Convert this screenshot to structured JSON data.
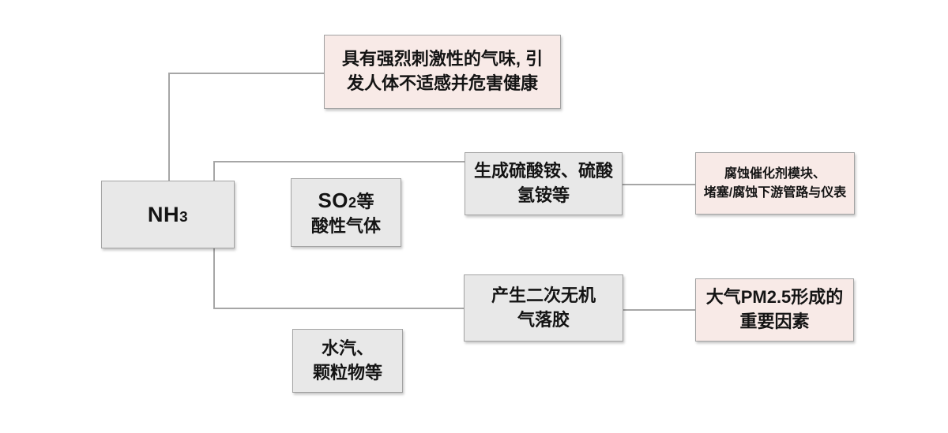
{
  "colors": {
    "page_bg": "#ffffff",
    "gray_fill": "#e8e8e8",
    "pink_fill": "#f8eae7",
    "node_border": "#a3a3a3",
    "connector": "#a6a6a6",
    "text": "#141414"
  },
  "nodes": {
    "nh3": {
      "prefix": "NH",
      "sub": "3"
    },
    "odor": {
      "line1": "具有强烈刺激性的气味, 引",
      "line2": "发人体不适感并危害健康"
    },
    "so2": {
      "prefix": "SO",
      "sub": "2",
      "suffix": "等",
      "line2": "酸性气体"
    },
    "sulfate": {
      "line1": "生成硫酸铵、硫酸",
      "line2": "氢铵等"
    },
    "corrosion": {
      "line1": "腐蚀催化剂模块、",
      "line2": "堵塞/腐蚀下游管路与仪表"
    },
    "aerosol": {
      "line1": "产生二次无机",
      "line2": "气落胶"
    },
    "pm25": {
      "line1": "大气PM2.5形成的",
      "line2": "重要因素"
    },
    "vapor": {
      "line1": "水汽、",
      "line2": "颗粒物等"
    }
  }
}
